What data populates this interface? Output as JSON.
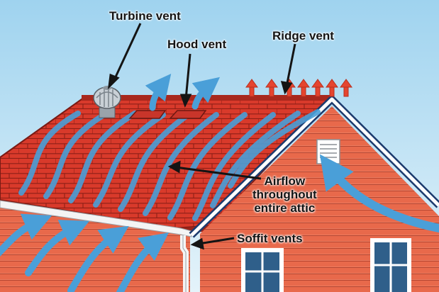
{
  "labels": {
    "turbine_vent": "Turbine vent",
    "hood_vent": "Hood vent",
    "ridge_vent": "Ridge vent",
    "airflow_line1": "Airflow",
    "airflow_line2": "throughout",
    "airflow_line3": "entire attic",
    "soffit_vents": "Soffit vents"
  },
  "colors": {
    "sky_top": "#9fd3ef",
    "sky_bottom": "#d9eef8",
    "roof_shingle": "#d93a2b",
    "roof_dark": "#b32a1f",
    "siding": "#e8694b",
    "siding_dark": "#c9523a",
    "trim": "#ffffff",
    "airflow": "#4a9fd8",
    "hot_air": "#e5452f",
    "window_frame": "#ffffff",
    "window_glass": "#2f5f8a"
  },
  "icons": {
    "turbine": "turbine-vent-icon",
    "hood": "hood-vent-icon",
    "ridge": "ridge-vent-icon",
    "airflow": "airflow-arrow-icon"
  }
}
